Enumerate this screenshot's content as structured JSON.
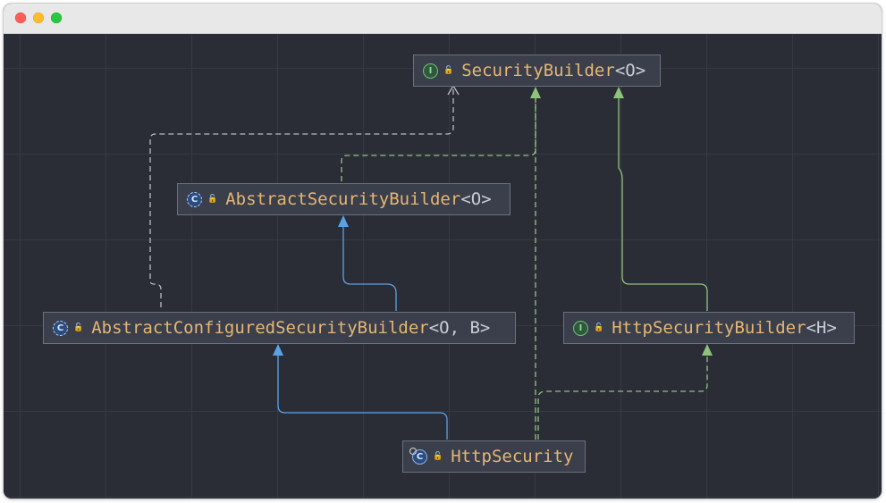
{
  "window": {
    "traffic_lights": [
      "close",
      "minimize",
      "maximize"
    ]
  },
  "diagram": {
    "nodes": [
      {
        "id": "security-builder",
        "icon": "interface-icon",
        "icon_glyph": "I",
        "name": "SecurityBuilder",
        "generics": "<O>"
      },
      {
        "id": "abstract-security-builder",
        "icon": "abstract-class-icon",
        "icon_glyph": "C",
        "name": "AbstractSecurityBuilder",
        "generics": "<O>"
      },
      {
        "id": "abstract-configured-security-builder",
        "icon": "abstract-class-icon",
        "icon_glyph": "C",
        "name": "AbstractConfiguredSecurityBuilder",
        "generics": "<O, B>"
      },
      {
        "id": "http-security-builder",
        "icon": "interface-icon",
        "icon_glyph": "I",
        "name": "HttpSecurityBuilder",
        "generics": "<H>"
      },
      {
        "id": "http-security",
        "icon": "class-icon",
        "icon_glyph": "C",
        "name": "HttpSecurity",
        "generics": ""
      }
    ],
    "lock_icon": "unlocked-lock-icon",
    "lock_glyph": "🔓",
    "edges": [
      {
        "from": "abstract-security-builder",
        "to": "security-builder",
        "kind": "implements"
      },
      {
        "from": "abstract-configured-security-builder",
        "to": "security-builder",
        "kind": "implements"
      },
      {
        "from": "abstract-configured-security-builder",
        "to": "abstract-security-builder",
        "kind": "extends"
      },
      {
        "from": "http-security-builder",
        "to": "security-builder",
        "kind": "extends-interface"
      },
      {
        "from": "http-security",
        "to": "abstract-configured-security-builder",
        "kind": "extends"
      },
      {
        "from": "http-security",
        "to": "http-security-builder",
        "kind": "implements"
      },
      {
        "from": "http-security",
        "to": "security-builder",
        "kind": "implements"
      }
    ],
    "colors": {
      "extends": "#5aa2e6",
      "extends_interface": "#8fc27a",
      "implements": "#8fc27a",
      "implements_gray": "#b8bcc6",
      "class_name": "#e6b673",
      "generics": "#c9cdd6",
      "node_bg": "#3a3f4b",
      "canvas_bg": "#2b2d36"
    }
  }
}
